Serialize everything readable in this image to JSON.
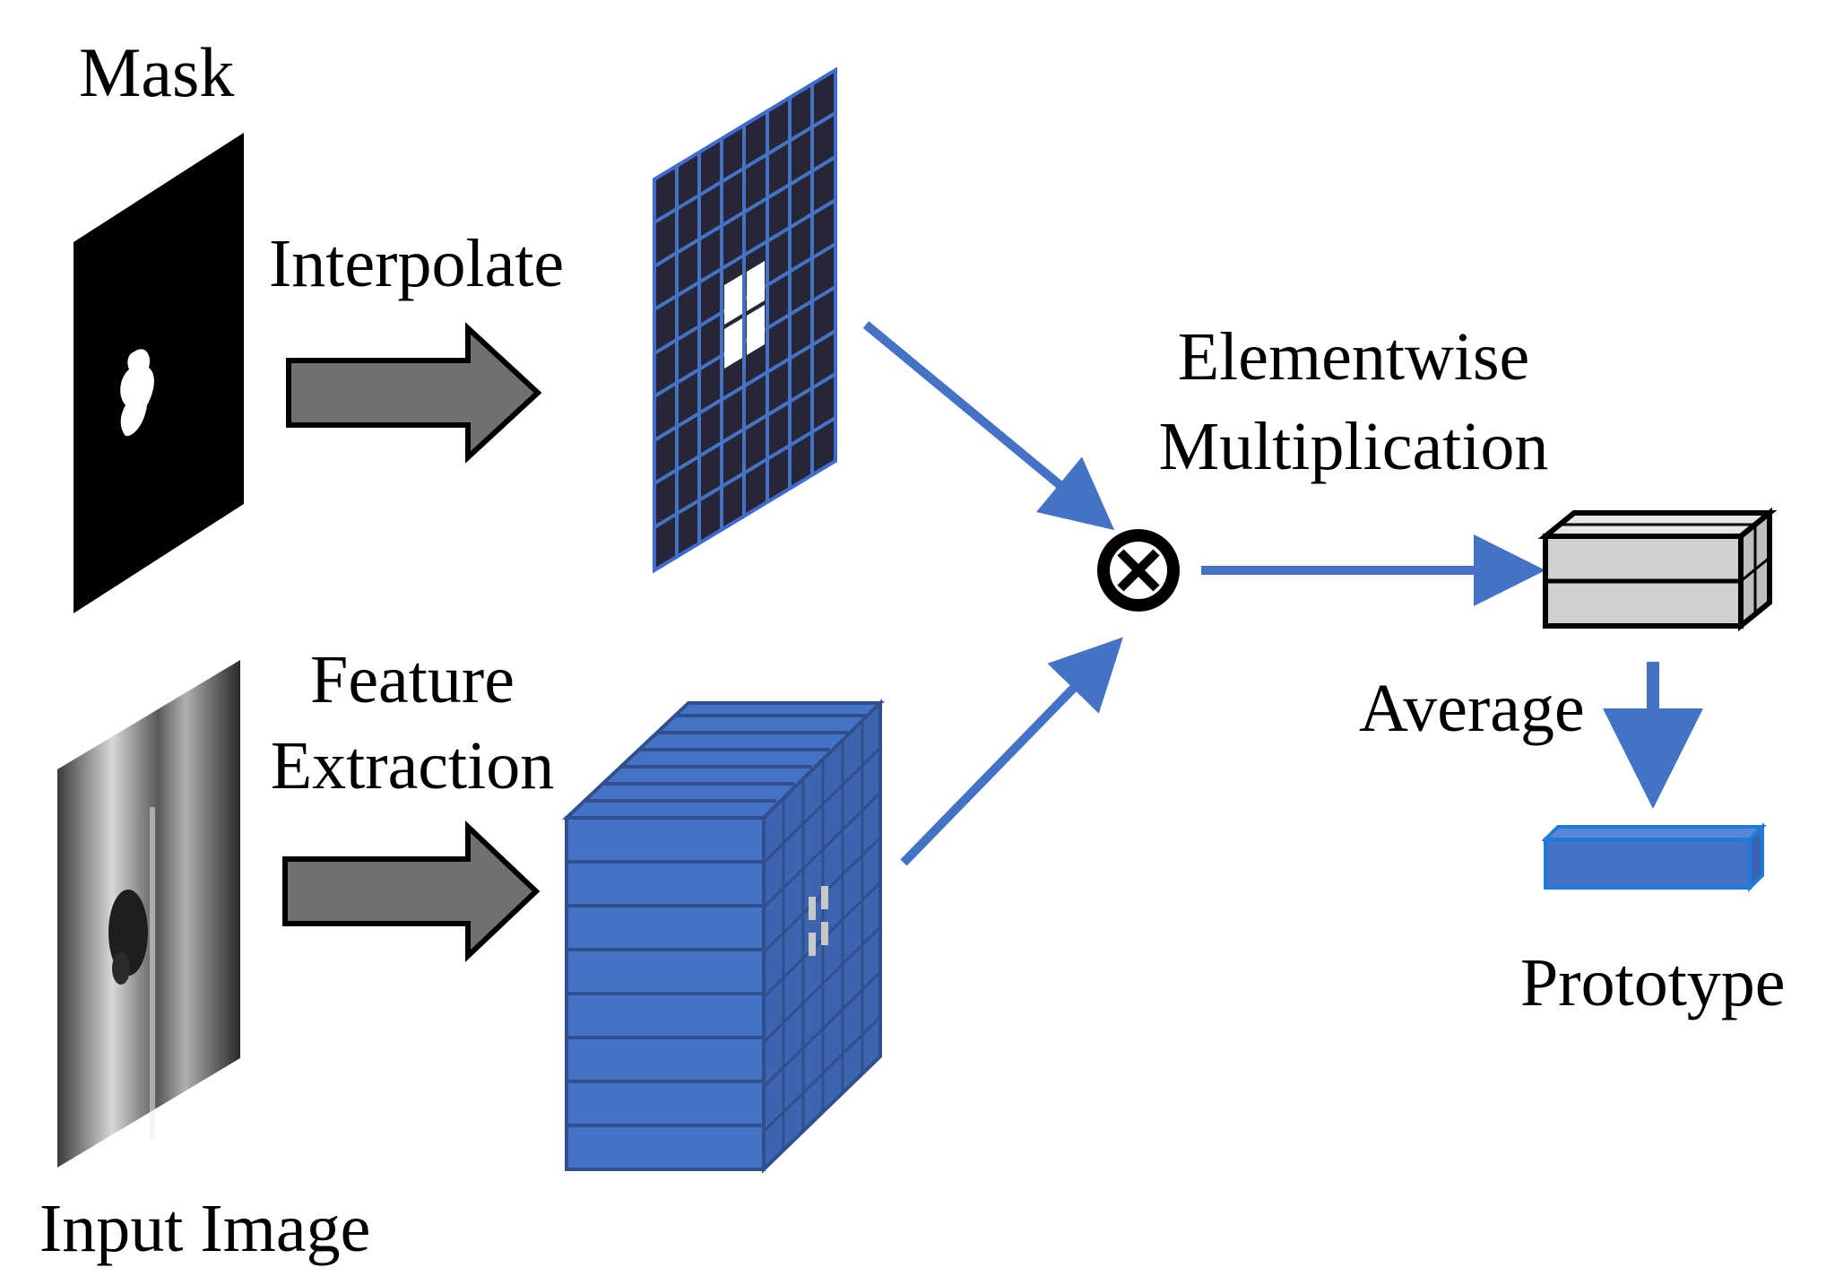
{
  "labels": {
    "mask": "Mask",
    "interpolate": "Interpolate",
    "feature_extraction_line1": "Feature",
    "feature_extraction_line2": "Extraction",
    "input_image": "Input Image",
    "elementwise_line1": "Elementwise",
    "elementwise_line2": "Multiplication",
    "average": "Average",
    "prototype": "Prototype"
  },
  "colors": {
    "arrow_blue": "#4472c4",
    "feature_blue": "#4472c4",
    "feature_dark": "#2f4f8f",
    "grid_dark": "#262637",
    "grey_arrow": "#707070",
    "cube_grey": "#d0d0d0",
    "prototype_blue": "#4472c4"
  },
  "icons": {
    "multiply": "circled-times-icon"
  }
}
